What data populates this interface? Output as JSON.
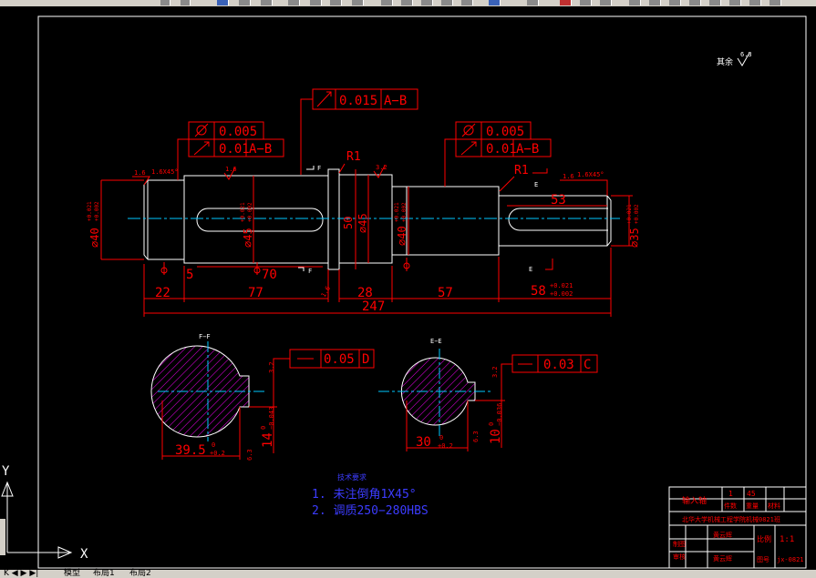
{
  "app": {
    "window_title": "工程建设"
  },
  "layout_tabs": {
    "nav_label": "K ◀ ▶ ▶|",
    "model": "模型",
    "layout1": "布局1",
    "layout2": "布局2"
  },
  "ucs": {
    "x_label": "X",
    "y_label": "Y"
  },
  "drawing": {
    "roughness_note": "其余",
    "roughness_value": "6.3",
    "geo_top": {
      "value": "0.015",
      "datum": "A−B"
    },
    "geo_left_1": {
      "value": "0.005"
    },
    "geo_left_2": {
      "value": "0.01",
      "datum": "A−B"
    },
    "geo_right_1": {
      "value": "0.005"
    },
    "geo_right_2": {
      "value": "0.01",
      "datum": "A−B"
    },
    "radius_1": "R1",
    "radius_2": "R1",
    "chamfer_left": "1.6X45°",
    "chamfer_right": "1.6X45°",
    "rough_left": "1.6",
    "rough_left_2": "1.6",
    "rough_mid": "3.2",
    "rough_right": "1.6",
    "dia_left": "∅40",
    "dia_left_tol_top": "+0.021",
    "dia_left_tol_bot": "+0.002",
    "dia_keyway": "∅45",
    "dia_keyway_tol_top": "+0.021",
    "dia_keyway_tol_bot": "+0.002",
    "dia_collar_50": "50",
    "dia_collar_45": "∅45",
    "dia_mid": "∅40",
    "dia_mid_tol_top": "+0.021",
    "dia_mid_tol_bot": "+0.002",
    "dia_right": "∅35",
    "dia_right_tol_top": "+0.021",
    "dia_right_tol_bot": "+0.002",
    "len_5": "5",
    "len_70": "70",
    "len_53": "53",
    "len_22": "22",
    "len_77": "77",
    "len_28": "28",
    "len_57": "57",
    "len_58": "58",
    "len_58_tol_top": "+0.021",
    "len_58_tol_bot": "+0.002",
    "len_247": "247",
    "rough_shoulder": "1.6",
    "sec_f_label": "F−F",
    "sec_f_tol": "0.05",
    "sec_f_datum": "D",
    "sec_f_depth": "14",
    "sec_f_depth_tol_top": "0",
    "sec_f_depth_tol_bot": "−0.043",
    "sec_f_width": "39.5",
    "sec_f_width_tol_top": "0",
    "sec_f_width_tol_bot": "+0.2",
    "sec_f_rough_side": "3.2",
    "sec_f_rough_bot": "6.3",
    "sec_e_label": "E−E",
    "sec_e_tol": "0.03",
    "sec_e_datum": "C",
    "sec_e_depth": "10",
    "sec_e_depth_tol_top": "0",
    "sec_e_depth_tol_bot": "−0.036",
    "sec_e_width": "30",
    "sec_e_width_tol_top": "0",
    "sec_e_width_tol_bot": "+0.2",
    "sec_e_rough_side": "3.2",
    "sec_e_rough_bot": "6.3",
    "cut_f_top": "F",
    "cut_f_bot": "F",
    "cut_e_top": "E",
    "cut_e_bot": "E",
    "notes_title": "技术要求",
    "note_1": "1. 未注倒角1X45°",
    "note_2": "2. 调质250−280HBS",
    "title_block": {
      "part_name": "输入轴",
      "scale_label": "比例",
      "scale_value": "1:1",
      "drawn_label": "制图",
      "check_label": "审核",
      "author": "黄云辉",
      "author_2": "黄云辉",
      "school": "北华大学机械工程学院机械0821班",
      "count_1": "1",
      "count_2": "45",
      "quantity_label": "件数",
      "material_label": "材料",
      "weight_label": "重量",
      "drawing_no_label": "图号",
      "drawing_no": "jx-0821"
    }
  },
  "colors": {
    "outline": "#ffffff",
    "dimension": "#ff0000",
    "centerline": "#00c8ff",
    "hatch": "#ff00ff",
    "notes": "#3c3cff",
    "toolbar": "#d4d0c8"
  }
}
